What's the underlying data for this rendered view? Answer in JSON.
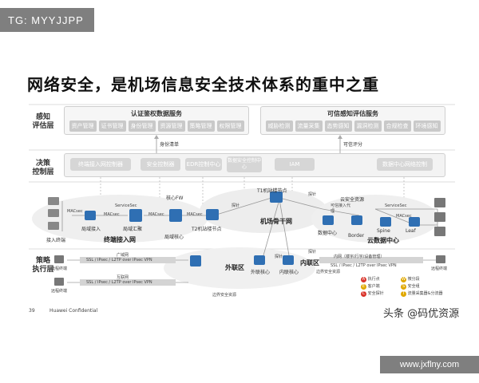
{
  "badge": "TG: MYYJJPP",
  "title": "网络安全，是机场信息安全技术体系的重中之重",
  "layers": {
    "sense": "感知\n评估层",
    "decide": "决策\n控制层",
    "execute": "策略\n执行层"
  },
  "auth_group": {
    "title": "认证鉴权数据服务",
    "items": [
      "资产管理",
      "证书管理",
      "身份管理",
      "资源管理",
      "策略管理",
      "权限管理"
    ]
  },
  "trust_group": {
    "title": "可信感知评估服务",
    "items": [
      "威胁检测",
      "流量采集",
      "态势感知",
      "漏洞检测",
      "合规检查",
      "环境感知"
    ]
  },
  "arrows": {
    "identity_list": "身份清单",
    "trust_score": "可信评分"
  },
  "controllers": [
    "终端接入网控制器",
    "安全控制器",
    "EDR控制中心",
    "数据安全控制中心",
    "IAM",
    "数据中心网络控制"
  ],
  "network": {
    "core_fw": "核心FW",
    "service_sec_left": "ServiceSec",
    "service_sec_right": "ServiceSec",
    "macsec_labels": [
      "MACsec",
      "MACsec",
      "MACsec",
      "MACsec",
      "MACsec"
    ],
    "local_access": "局域接入",
    "local_agg": "局域汇聚",
    "local_core": "局域核心",
    "access_terminal": "接入终端",
    "terminal_net": "终端接入网",
    "t2_node": "T2机站楼节点",
    "t1_node": "T1机站楼节点",
    "backbone": "机场骨干网",
    "probe_a": "探针",
    "probe_b": "探针",
    "probe_c": "探针",
    "probe_d": "探针",
    "cloud_sec": "云安全资源",
    "trusted_proxy": "可信接入代理",
    "dc_core": "数据中心",
    "border": "Border",
    "spine": "Spine",
    "leaf": "Leaf",
    "cloud_dc": "云数据中心",
    "extranet_zone": "外联区",
    "extranet_core": "外联核心",
    "intranet_zone": "内联区",
    "intranet_core": "内联核心",
    "border_sec": "边界安全资源",
    "border_sec2": "边界安全资源",
    "wan": "广域网",
    "internet": "互联网",
    "intranet_bar": "内网（楼宇/行宇/设备管理）",
    "vpn1": "SSL / IPsec / L2TP over IPsec VPN",
    "vpn2": "SSL / IPsec / L2TP over IPsec VPN",
    "vpn3": "SSL / IPsec / L2TP over IPsec VPN",
    "remote_left1": "远程终端",
    "remote_left2": "远程终端",
    "remote_right": "远程终端"
  },
  "legend": [
    {
      "mark": "A",
      "label": "执行点",
      "color": "#d9342b"
    },
    {
      "mark": "E",
      "label": "客户端",
      "color": "#e0a800"
    },
    {
      "mark": "C",
      "label": "安全探针",
      "color": "#d9342b"
    },
    {
      "mark": "W",
      "label": "微分段",
      "color": "#e0a800"
    },
    {
      "mark": "S",
      "label": "安全组",
      "color": "#e0a800"
    },
    {
      "mark": "T",
      "label": "流量采集器&分流器",
      "color": "#e0a800"
    }
  ],
  "footer": {
    "page": "39",
    "confidential": "Huawei Confidential"
  },
  "watermark": "头条 @码优资源",
  "url": "www.jxflny.com",
  "colors": {
    "badge_bg": "#7f7f7f",
    "chip_bg": "#c9c9c9",
    "accent_red": "#d9342b",
    "accent_yellow": "#e0a800"
  }
}
